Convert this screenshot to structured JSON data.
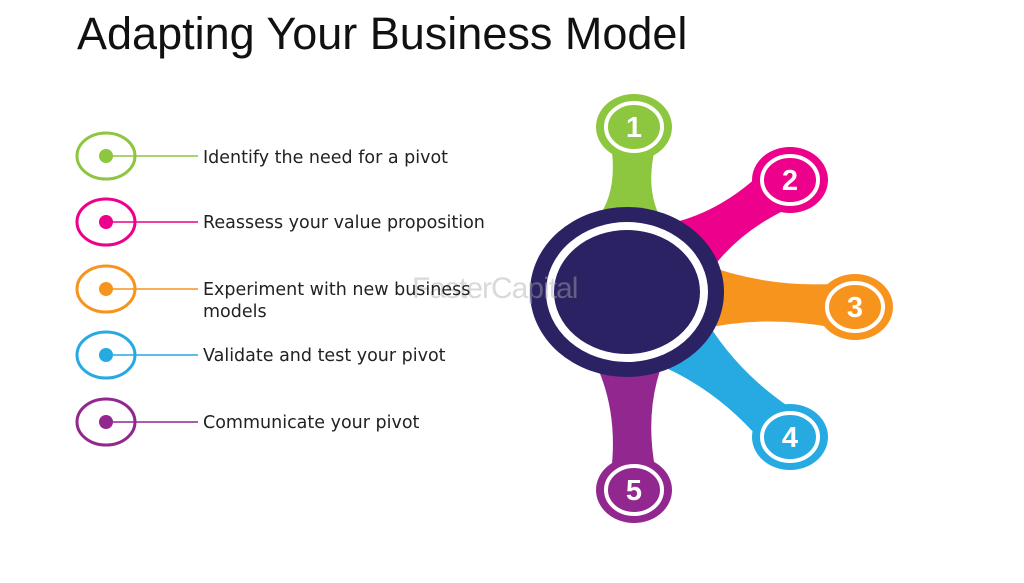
{
  "title": "Adapting Your Business Model",
  "watermark": "FasterCapital",
  "steps": [
    {
      "number": "1",
      "label": "Identify the need for a pivot",
      "color": "#8dc63f"
    },
    {
      "number": "2",
      "label": "Reassess your value proposition",
      "color": "#ec008c"
    },
    {
      "number": "3",
      "label": "Experiment with new business models",
      "color": "#f7941d"
    },
    {
      "number": "4",
      "label": "Validate and test your pivot",
      "color": "#27aae1"
    },
    {
      "number": "5",
      "label": "Communicate your pivot",
      "color": "#92278f"
    }
  ],
  "hub_color": "#2b2263"
}
